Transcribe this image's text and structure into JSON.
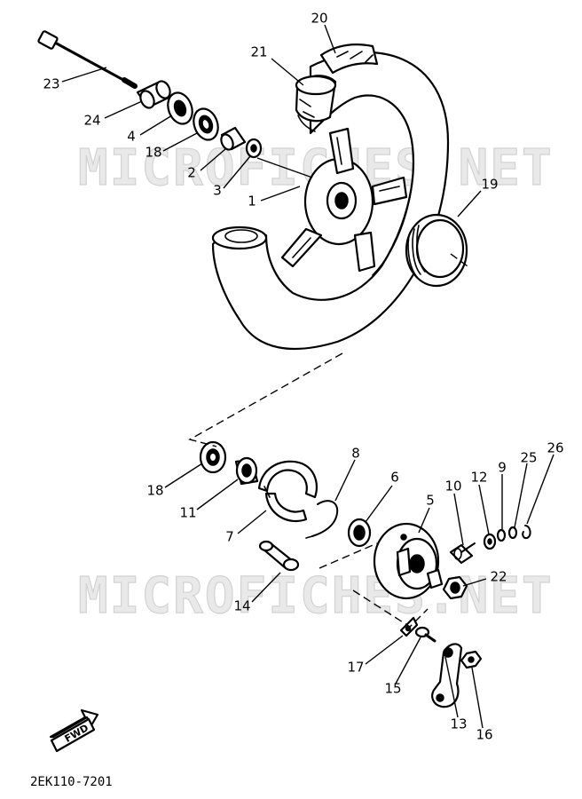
{
  "watermark": "MICROFICHES.NET",
  "diagram_code": "2EK110-7201",
  "fwd_label": "FWD",
  "callouts": {
    "c1": "1",
    "c2": "2",
    "c3": "3",
    "c4": "4",
    "c5": "5",
    "c6": "6",
    "c7": "7",
    "c8": "8",
    "c9": "9",
    "c10": "10",
    "c11": "11",
    "c12": "12",
    "c13": "13",
    "c14": "14",
    "c15": "15",
    "c16": "16",
    "c17": "17",
    "c18a": "18",
    "c18b": "18",
    "c19": "19",
    "c20": "20",
    "c21": "21",
    "c22": "22",
    "c23": "23",
    "c24": "24",
    "c25": "25",
    "c26": "26"
  }
}
